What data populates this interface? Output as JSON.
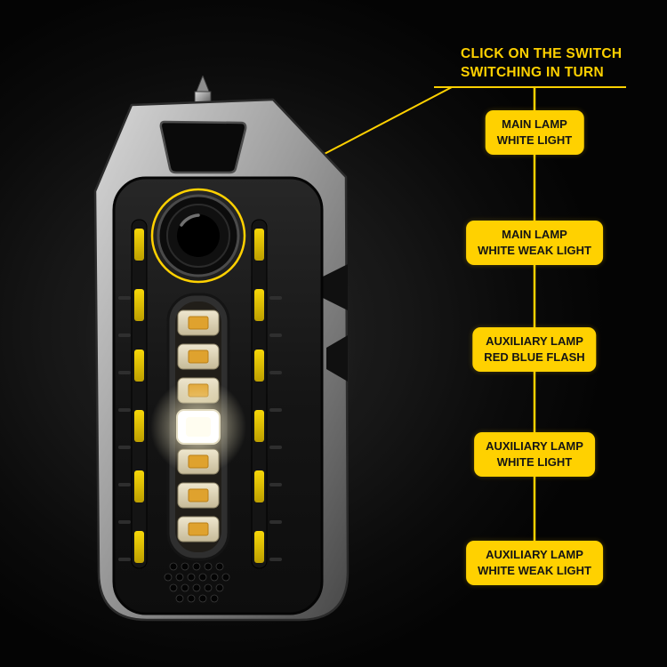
{
  "callout": {
    "heading_line1": "CLICK ON THE SWITCH",
    "heading_line2": "SWITCHING IN TURN"
  },
  "modes": [
    {
      "line1": "MAIN LAMP",
      "line2": "WHITE LIGHT"
    },
    {
      "line1": "MAIN LAMP",
      "line2": "WHITE WEAK LIGHT"
    },
    {
      "line1": "AUXILIARY LAMP",
      "line2": "RED BLUE FLASH"
    },
    {
      "line1": "AUXILIARY LAMP",
      "line2": "WHITE LIGHT"
    },
    {
      "line1": "AUXILIARY LAMP",
      "line2": "WHITE WEAK LIGHT"
    }
  ],
  "colors": {
    "accent_yellow": "#ffd100",
    "label_text": "#151515",
    "background": "#0b0b0b",
    "lit_led": "#ffffff"
  }
}
